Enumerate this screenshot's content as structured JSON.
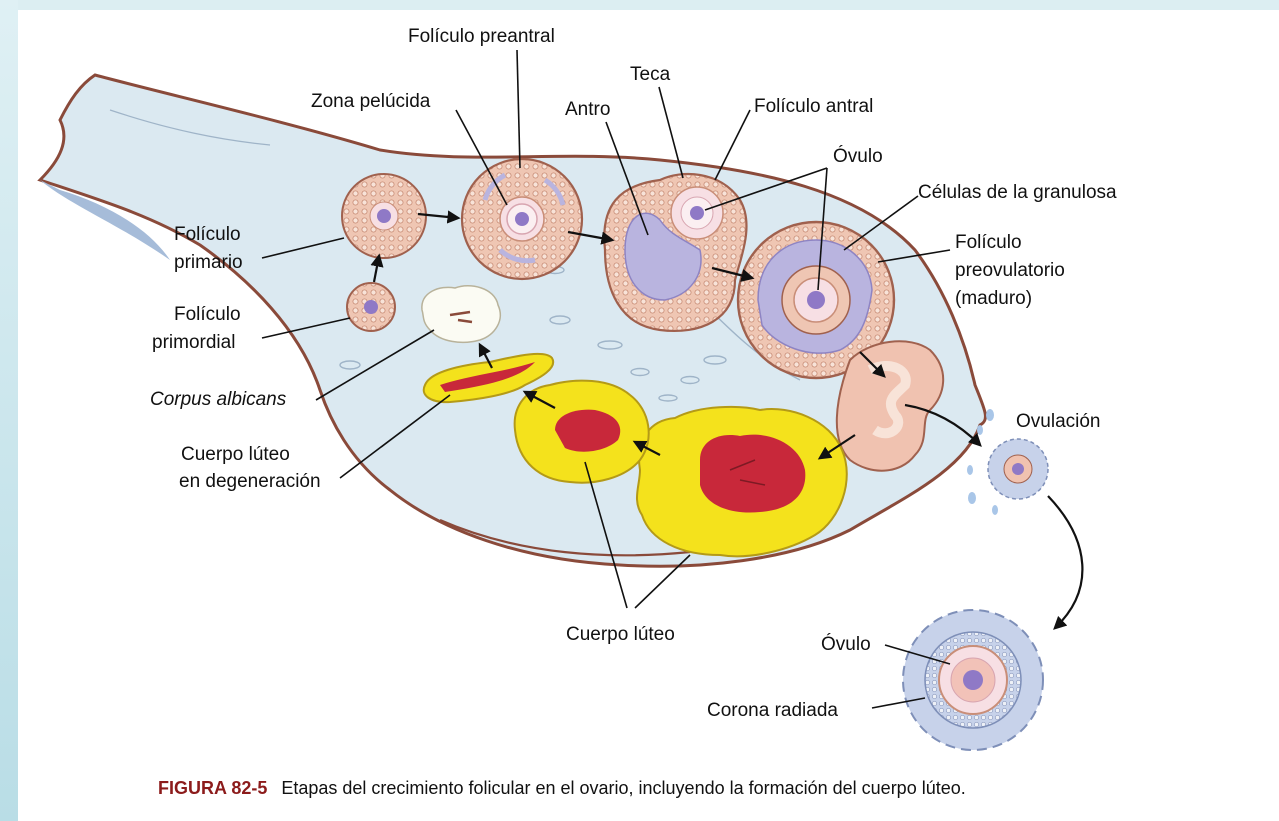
{
  "labels": {
    "foliculo_preantral": "Folículo preantral",
    "teca": "Teca",
    "zona_pelucida": "Zona pelúcida",
    "antro": "Antro",
    "foliculo_antral": "Folículo antral",
    "ovulo_top": "Óvulo",
    "celulas_granulosa": "Células de la granulosa",
    "foliculo_primario": [
      "Folículo",
      "primario"
    ],
    "foliculo_preovulatorio": [
      "Folículo",
      "preovulatorio",
      "(maduro)"
    ],
    "foliculo_primordial": [
      "Folículo",
      "primordial"
    ],
    "corpus_albicans": "Corpus albicans",
    "ovulacion": "Ovulación",
    "cuerpo_luteo_degeneracion": [
      "Cuerpo lúteo",
      "en degeneración"
    ],
    "cuerpo_luteo": "Cuerpo lúteo",
    "ovulo_bottom": "Óvulo",
    "corona_radiada": "Corona radiada"
  },
  "caption": {
    "figure_number": "FIGURA 82-5",
    "text": "Etapas del crecimiento folicular en el ovario, incluyendo la formación del cuerpo lúteo."
  },
  "colors": {
    "ovary_fill": "#dbe9f1",
    "ovary_outline": "#8a4a3a",
    "follicle": "#e8b8a4",
    "granulosa": "#f3d6c7",
    "antrum": "#b9b4df",
    "oocyte": "#8f79c6",
    "luteal_yellow": "#f4e21c",
    "luteal_red": "#c8283a",
    "corona": "#b7c4ea"
  }
}
